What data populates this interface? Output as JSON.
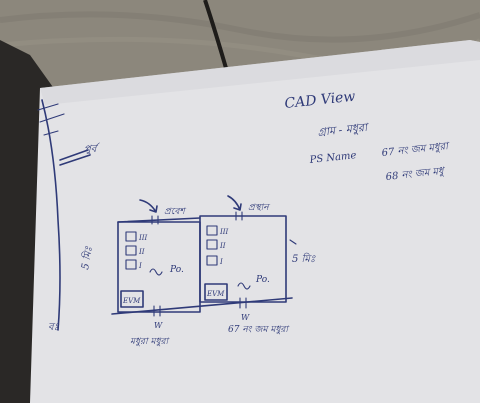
{
  "sketch": {
    "title": "CAD View",
    "line1": "গ্রাম - মধুরা",
    "line2_prefix": "PS Name",
    "line2_value": "67 নং জম মধুরা",
    "line3": "68 নং জম মধু",
    "left_label_main": "5 মিঃ",
    "left_label_top": "পুর্ব",
    "left_label_bottom": "বঃ",
    "right_label": "5 মিঃ",
    "building_a": {
      "top_label": "প্রবেশ",
      "po_label": "Po.",
      "evm_label": "EVM",
      "bottom_label": "মধুরা মধুরা",
      "w_label": "W",
      "box_labels": [
        "III",
        "II",
        "I"
      ]
    },
    "building_b": {
      "top_label": "প্রস্থান",
      "po_label": "Po.",
      "evm_label": "EVM",
      "bottom_label": "67 নং জম মধুরা",
      "w_label": "W",
      "box_labels": [
        "III",
        "II",
        "I"
      ]
    }
  }
}
